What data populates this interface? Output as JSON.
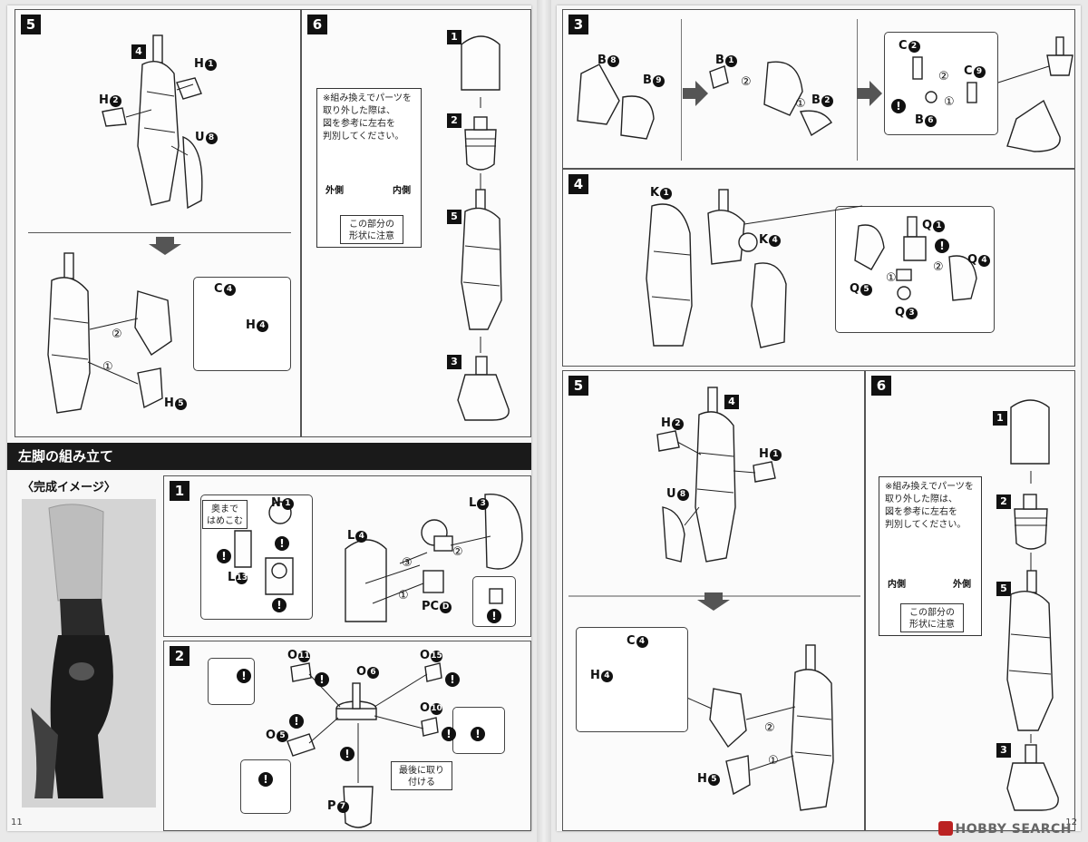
{
  "left_page": {
    "number": "11",
    "section_title": "左脚の組み立て",
    "complete_image_label": "〈完成イメージ〉",
    "step5": {
      "num": "5",
      "sub_num": "4",
      "labels": {
        "h1": "H",
        "h1c": "1",
        "h2": "H",
        "h2c": "2",
        "u8": "U",
        "u8c": "8",
        "c4": "C",
        "c4c": "4",
        "h4": "H",
        "h4c": "4",
        "h5": "H",
        "h5c": "5"
      },
      "order": [
        "①",
        "②"
      ]
    },
    "step6": {
      "num": "6",
      "subs": [
        "1",
        "2",
        "5",
        "3"
      ],
      "note_lines": [
        "※組み換えでパーツを",
        "取り外した際は、",
        "図を参考に左右を",
        "判別してください。"
      ],
      "outer": "外側",
      "inner": "内側",
      "attention": [
        "この部分の",
        "形状に注意"
      ]
    },
    "step1": {
      "num": "1",
      "labels": {
        "n1": "N",
        "n1c": "1",
        "l3": "L",
        "l3c": "3",
        "l4": "L",
        "l4c": "4",
        "l13": "L",
        "l13c": "13",
        "pcd": "PC",
        "pcdc": "D"
      },
      "press_note": [
        "奥まで",
        "はめこむ"
      ],
      "order": [
        "①",
        "②",
        "③"
      ]
    },
    "step2": {
      "num": "2",
      "labels": {
        "o11": "O",
        "o11c": "11",
        "o6": "O",
        "o6c": "6",
        "o15": "O",
        "o15c": "15",
        "o10": "O",
        "o10c": "10",
        "o5": "O",
        "o5c": "5",
        "p7": "P",
        "p7c": "7"
      },
      "last_note": [
        "最後に取り",
        "付ける"
      ]
    }
  },
  "right_page": {
    "number": "12",
    "watermark": "HOBBY SEARCH",
    "step3": {
      "num": "3",
      "labels": {
        "b8": "B",
        "b8c": "8",
        "b9": "B",
        "b9c": "9",
        "b1": "B",
        "b1c": "1",
        "b2": "B",
        "b2c": "2",
        "c2": "C",
        "c2c": "2",
        "c9": "C",
        "c9c": "9",
        "b6": "B",
        "b6c": "6"
      },
      "order": [
        "①",
        "②"
      ]
    },
    "step4": {
      "num": "4",
      "labels": {
        "k1": "K",
        "k1c": "1",
        "k4": "K",
        "k4c": "4",
        "q1": "Q",
        "q1c": "1",
        "q4": "Q",
        "q4c": "4",
        "q5": "Q",
        "q5c": "5",
        "q3": "Q",
        "q3c": "3"
      },
      "order": [
        "①",
        "②"
      ]
    },
    "step5": {
      "num": "5",
      "sub_num": "4",
      "labels": {
        "h2": "H",
        "h2c": "2",
        "h1": "H",
        "h1c": "1",
        "u8": "U",
        "u8c": "8",
        "c4": "C",
        "c4c": "4",
        "h4": "H",
        "h4c": "4",
        "h5": "H",
        "h5c": "5"
      },
      "order": [
        "①",
        "②"
      ]
    },
    "step6": {
      "num": "6",
      "subs": [
        "1",
        "2",
        "5",
        "3"
      ],
      "note_lines": [
        "※組み換えでパーツを",
        "取り外した際は、",
        "図を参考に左右を",
        "判別してください。"
      ],
      "inner": "内側",
      "outer": "外側",
      "attention": [
        "この部分の",
        "形状に注意"
      ]
    }
  },
  "warning_glyph": "!",
  "colors": {
    "ink": "#111111",
    "paper": "#f7f7f7",
    "arrow": "#555555"
  }
}
